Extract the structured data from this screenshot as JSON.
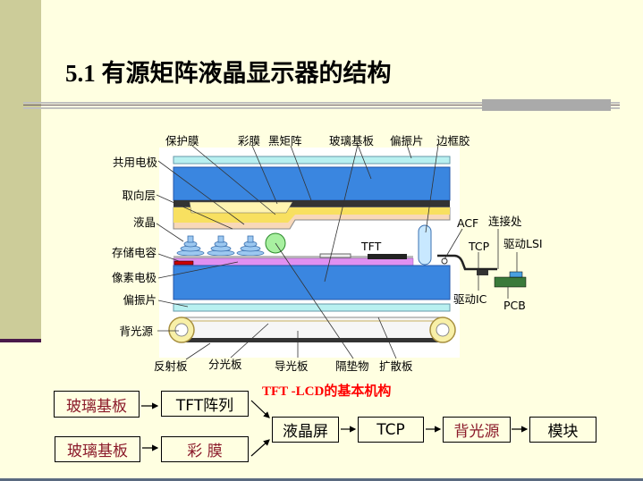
{
  "title": "5.1 有源矩阵液晶显示器的结构",
  "diagram": {
    "caption": "TFT -LCD的基本机构",
    "labels": {
      "protective_film": "保护膜",
      "color_filter": "彩膜",
      "black_matrix": "黑矩阵",
      "glass_substrate": "玻璃基板",
      "polarizer_top": "偏振片",
      "sealant": "边框胶",
      "common_electrode": "共用电极",
      "alignment_layer": "取向层",
      "liquid_crystal": "液晶",
      "storage_capacitor": "存储电容",
      "pixel_electrode": "像素电极",
      "polarizer_bottom": "偏振片",
      "backlight": "背光源",
      "reflector": "反射板",
      "prism_sheet": "分光板",
      "light_guide": "导光板",
      "spacer": "隔垫物",
      "diffuser": "扩散板",
      "acf": "ACF",
      "connection": "连接处",
      "tcp": "TCP",
      "driver_lsi": "驱动LSI",
      "driver_ic": "驱动IC",
      "pcb": "PCB",
      "tft": "TFT"
    }
  },
  "flow": {
    "glass1": "玻璃基板",
    "tft_array": "TFT阵列",
    "glass2": "玻璃基板",
    "color_film": "彩 膜",
    "lcd_panel": "液晶屏",
    "tcp": "TCP",
    "backlight": "背光源",
    "module": "模块"
  }
}
